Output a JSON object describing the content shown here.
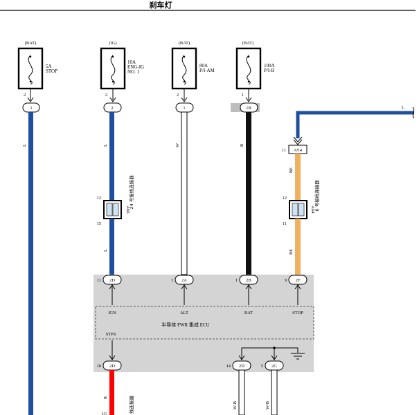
{
  "title": "刹车灯",
  "fuses": [
    {
      "source": "(BAT)",
      "rating": "5A",
      "name": "STOP",
      "pin": "2",
      "terminal": "1",
      "wire_color": "L"
    },
    {
      "source": "(IG)",
      "rating": "10A",
      "name": "ENG-IG NO. 1",
      "name_line1": "ENG-IG",
      "name_line2": "NO. 1",
      "pin": "2",
      "terminal": "2",
      "wire_color": "L"
    },
    {
      "source": "(BAT)",
      "rating": "80A",
      "name": "P/I-AM",
      "pin": "2",
      "terminal": "1",
      "wire_color": "W"
    },
    {
      "source": "(BAT)",
      "rating": "100A",
      "name": "P/I-B",
      "pin": "1",
      "terminal": "1B",
      "wire_color": "B"
    }
  ],
  "junction_connectors": [
    {
      "id": "A66",
      "label": "24 号接线连接器",
      "pin_top": "12",
      "pin_bottom": "15"
    },
    {
      "id": "A64",
      "label": "6 号接线连接器",
      "pin_top": "12",
      "pin_bottom": "11"
    }
  ],
  "external_wire": {
    "color": "L",
    "connector": "AY4",
    "pin": "11",
    "wire_above": "BE",
    "wire_below": "BE"
  },
  "ecu": {
    "name": "半导体 PWR 集成 ECU",
    "inputs": [
      {
        "pin": "11",
        "connector": "2D",
        "signal": "IGN"
      },
      {
        "pin": "1",
        "connector": "2A",
        "signal": "ALT"
      },
      {
        "pin": "1",
        "connector": "2B",
        "signal": "BAT"
      },
      {
        "pin": "9",
        "connector": "2F",
        "signal": "STOP"
      }
    ],
    "outputs": [
      {
        "pin": "10",
        "connector": "2D",
        "signal": "STPS"
      },
      {
        "pin": "14",
        "connector": "2D"
      },
      {
        "pin": "5",
        "connector": "2G"
      }
    ]
  },
  "bottom": {
    "wire_red_label": "R",
    "pin": "1G",
    "connector_label": "线连接器",
    "wire_left": "W-B",
    "wire_right": "W-B"
  },
  "colors": {
    "blue": "#1f4fa0",
    "black": "#111111",
    "orange": "#f0b060",
    "red": "#ff0000",
    "ecu_fill": "#d4d4d4",
    "tag_fill": "#bdbdbd"
  }
}
